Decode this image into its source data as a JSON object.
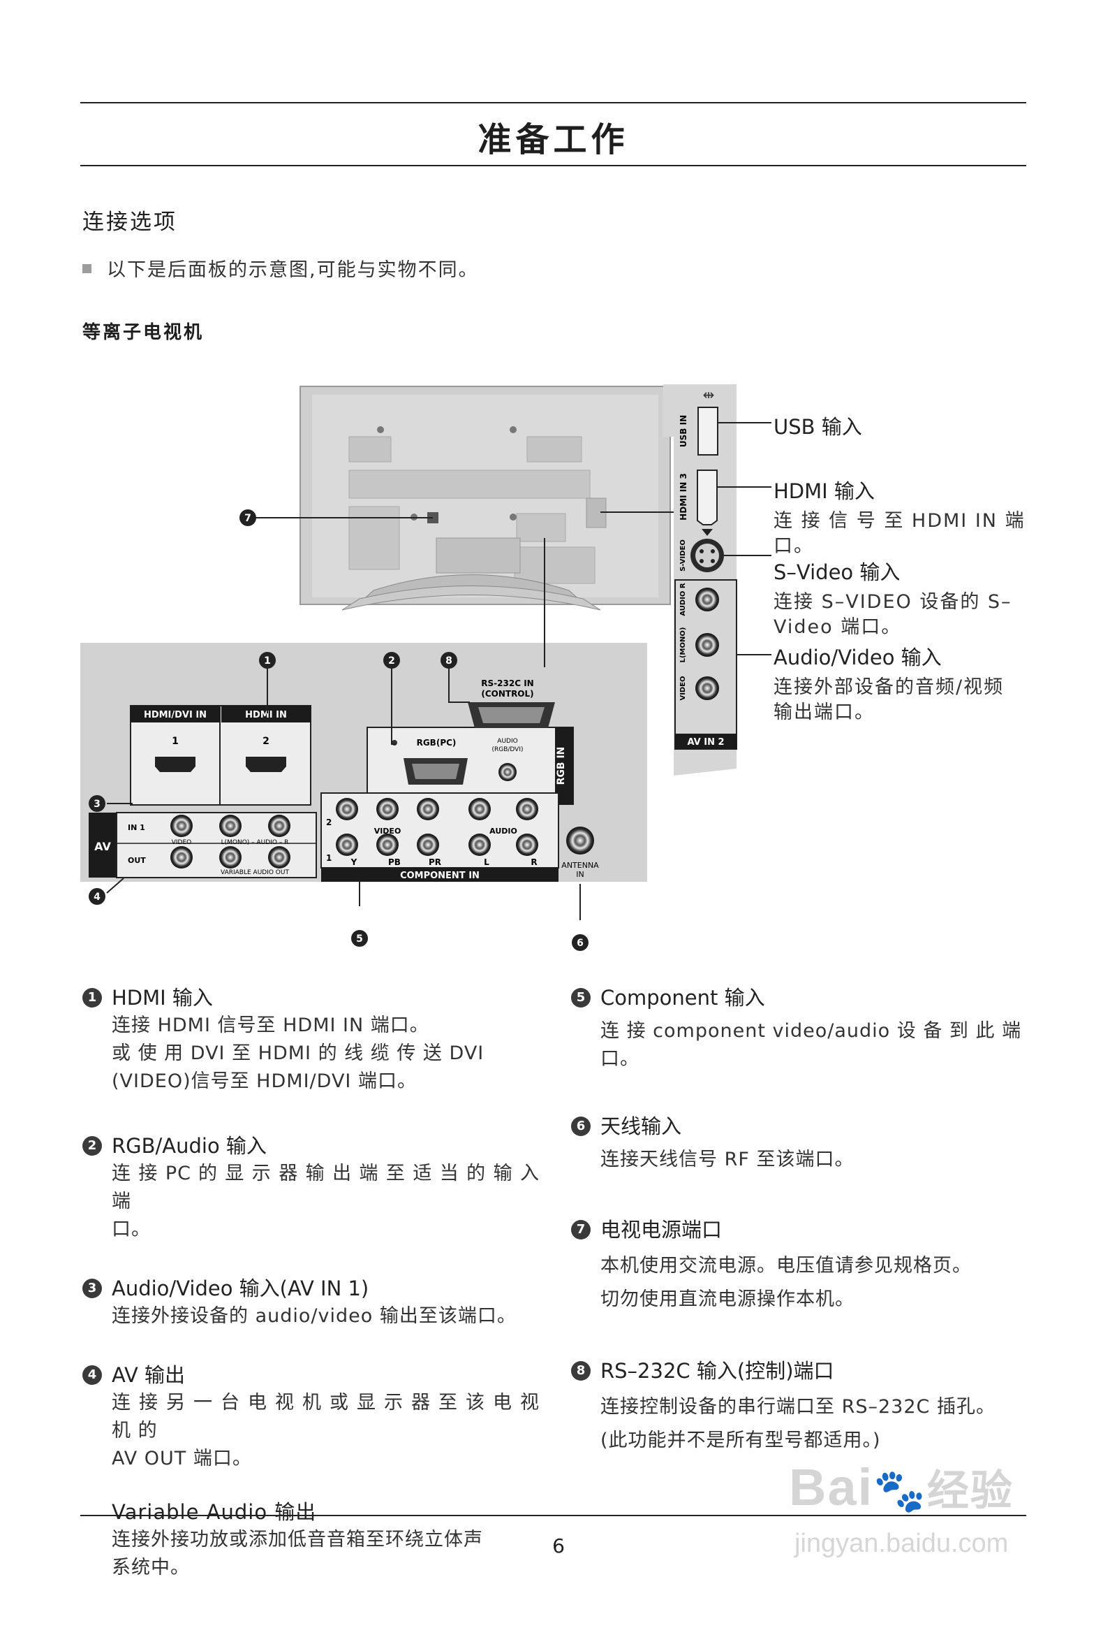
{
  "page_title": "准备工作",
  "section_title": "连接选项",
  "intro": "以下是后面板的示意图,可能与实物不同。",
  "subheading": "等离子电视机",
  "panel": {
    "hdmi_dvi_in": "HDMI/DVI IN",
    "hdmi_in": "HDMI IN",
    "hdmi_1": "1",
    "hdmi_2": "2",
    "rs232": "RS-232C IN",
    "rs232_ctrl": "(CONTROL)",
    "rgb_pc": "RGB(PC)",
    "audio_rgb_1": "AUDIO",
    "audio_rgb_2": "(RGB/DVI)",
    "rgb_in": "RGB IN",
    "av": "AV",
    "in1": "IN 1",
    "out": "OUT",
    "video": "VIDEO",
    "l_mono_audio_r": "L(MONO) – AUDIO – R",
    "variable_audio_out": "VARIABLE AUDIO OUT",
    "comp_video": "VIDEO",
    "comp_audio": "AUDIO",
    "comp_row2": "2",
    "comp_row1": "1",
    "y": "Y",
    "pb": "PB",
    "pr": "PR",
    "l": "L",
    "r": "R",
    "component_in": "COMPONENT IN",
    "antenna_1": "ANTENNA",
    "antenna_2": "IN"
  },
  "side_panel": {
    "usb_in": "USB IN",
    "hdmi_in_3": "HDMI IN 3",
    "s_video": "S-VIDEO",
    "audio_r": "AUDIO R",
    "l_mono": "L(MONO)",
    "video": "VIDEO",
    "av_in_2": "AV IN 2"
  },
  "callouts": [
    "1",
    "2",
    "3",
    "4",
    "5",
    "6",
    "7",
    "8"
  ],
  "side_labels": {
    "usb_title": "USB 输入",
    "hdmi_title": "HDMI 输入",
    "hdmi_desc_1": "连 接 信 号 至 HDMI IN 端",
    "hdmi_desc_2": "口。",
    "svideo_title": "S–Video 输入",
    "svideo_desc_1": "连接 S–VIDEO 设备的 S–",
    "svideo_desc_2": "Video 端口。",
    "av_title": "Audio/Video 输入",
    "av_desc_1": "连接外部设备的音频/视频",
    "av_desc_2": "输出端口。"
  },
  "items_left": [
    {
      "num": "1",
      "title": "HDMI 输入",
      "lines": [
        "连接 HDMI 信号至 HDMI IN 端口。",
        "或 使 用 DVI 至 HDMI 的 线 缆 传 送 DVI",
        "(VIDEO)信号至 HDMI/DVI 端口。"
      ]
    },
    {
      "num": "2",
      "title": "RGB/Audio 输入",
      "lines": [
        "连 接 PC 的 显 示 器 输 出 端 至 适 当 的 输 入 端",
        "口。"
      ]
    },
    {
      "num": "3",
      "title": "Audio/Video 输入(AV IN 1)",
      "lines": [
        "连接外接设备的 audio/video 输出至该端口。"
      ]
    },
    {
      "num": "4",
      "title": "AV 输出",
      "lines": [
        "连 接 另 一 台 电 视 机 或 显 示 器 至 该 电 视 机 的",
        "AV OUT 端口。"
      ],
      "sub_title": "Variable Audio 输出",
      "sub_lines": [
        "连接外接功放或添加低音音箱至环绕立体声",
        "系统中。"
      ]
    }
  ],
  "items_right": [
    {
      "num": "5",
      "title": "Component 输入",
      "lines": [
        "连 接 component video/audio 设 备 到 此 端",
        "口。"
      ]
    },
    {
      "num": "6",
      "title": "天线输入",
      "lines": [
        "连接天线信号 RF 至该端口。"
      ]
    },
    {
      "num": "7",
      "title": "电视电源端口",
      "lines": [
        "本机使用交流电源。电压值请参见规格页。",
        "切勿使用直流电源操作本机。"
      ]
    },
    {
      "num": "8",
      "title": "RS–232C 输入(控制)端口",
      "lines": [
        "连接控制设备的串行端口至 RS–232C 插孔。",
        "(此功能并不是所有型号都适用。)"
      ]
    }
  ],
  "page_number": "6",
  "watermark": {
    "brand": "Bai",
    "brand2": "经验",
    "url": "jingyan.baidu.com"
  }
}
